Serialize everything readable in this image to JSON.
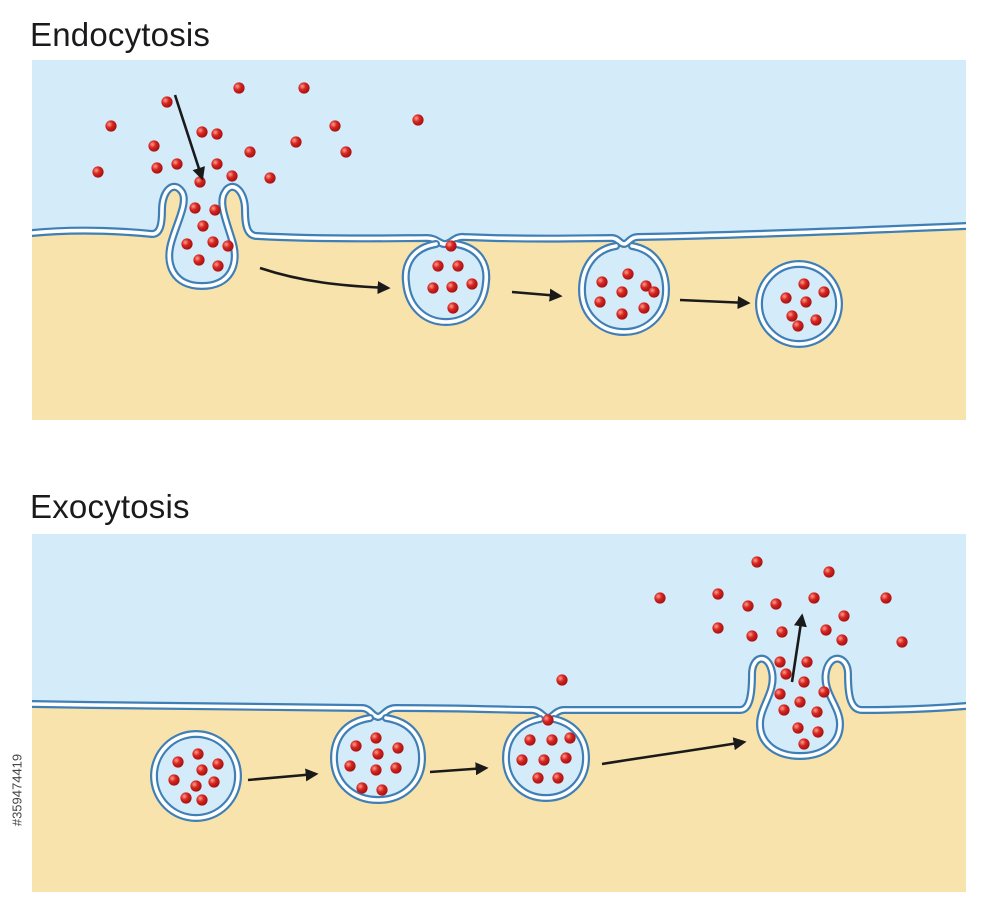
{
  "titles": {
    "endocytosis": "Endocytosis",
    "exocytosis": "Exocytosis"
  },
  "side_text": "#359474419",
  "colors": {
    "extracellular": "#d4ebf9",
    "cytoplasm": "#f8e3ad",
    "membrane": "#3f7fb5",
    "particle": "#d8241f",
    "arrow": "#1a1a1a",
    "vesicle_fill": "#d4ebf9"
  }
}
